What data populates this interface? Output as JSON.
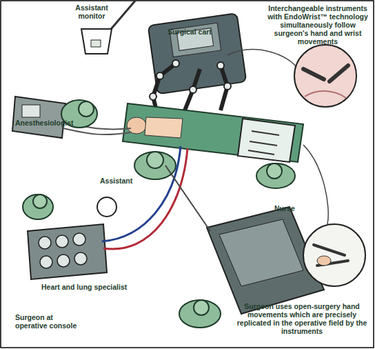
{
  "diagram": {
    "labels": [
      "Assistant monitor",
      "Surgical cart",
      "Interchangeable instruments with EndoWrist™ technology simultaneously follow surgeon's hand and wrist movements",
      "Anesthesiologist",
      "Assistant",
      "Nurse",
      "Heart and lung specialist",
      "Surgeon at operative console",
      "Surgeon uses open-surgery hand movements which are precisely replicated in the operative field by the instruments"
    ]
  }
}
